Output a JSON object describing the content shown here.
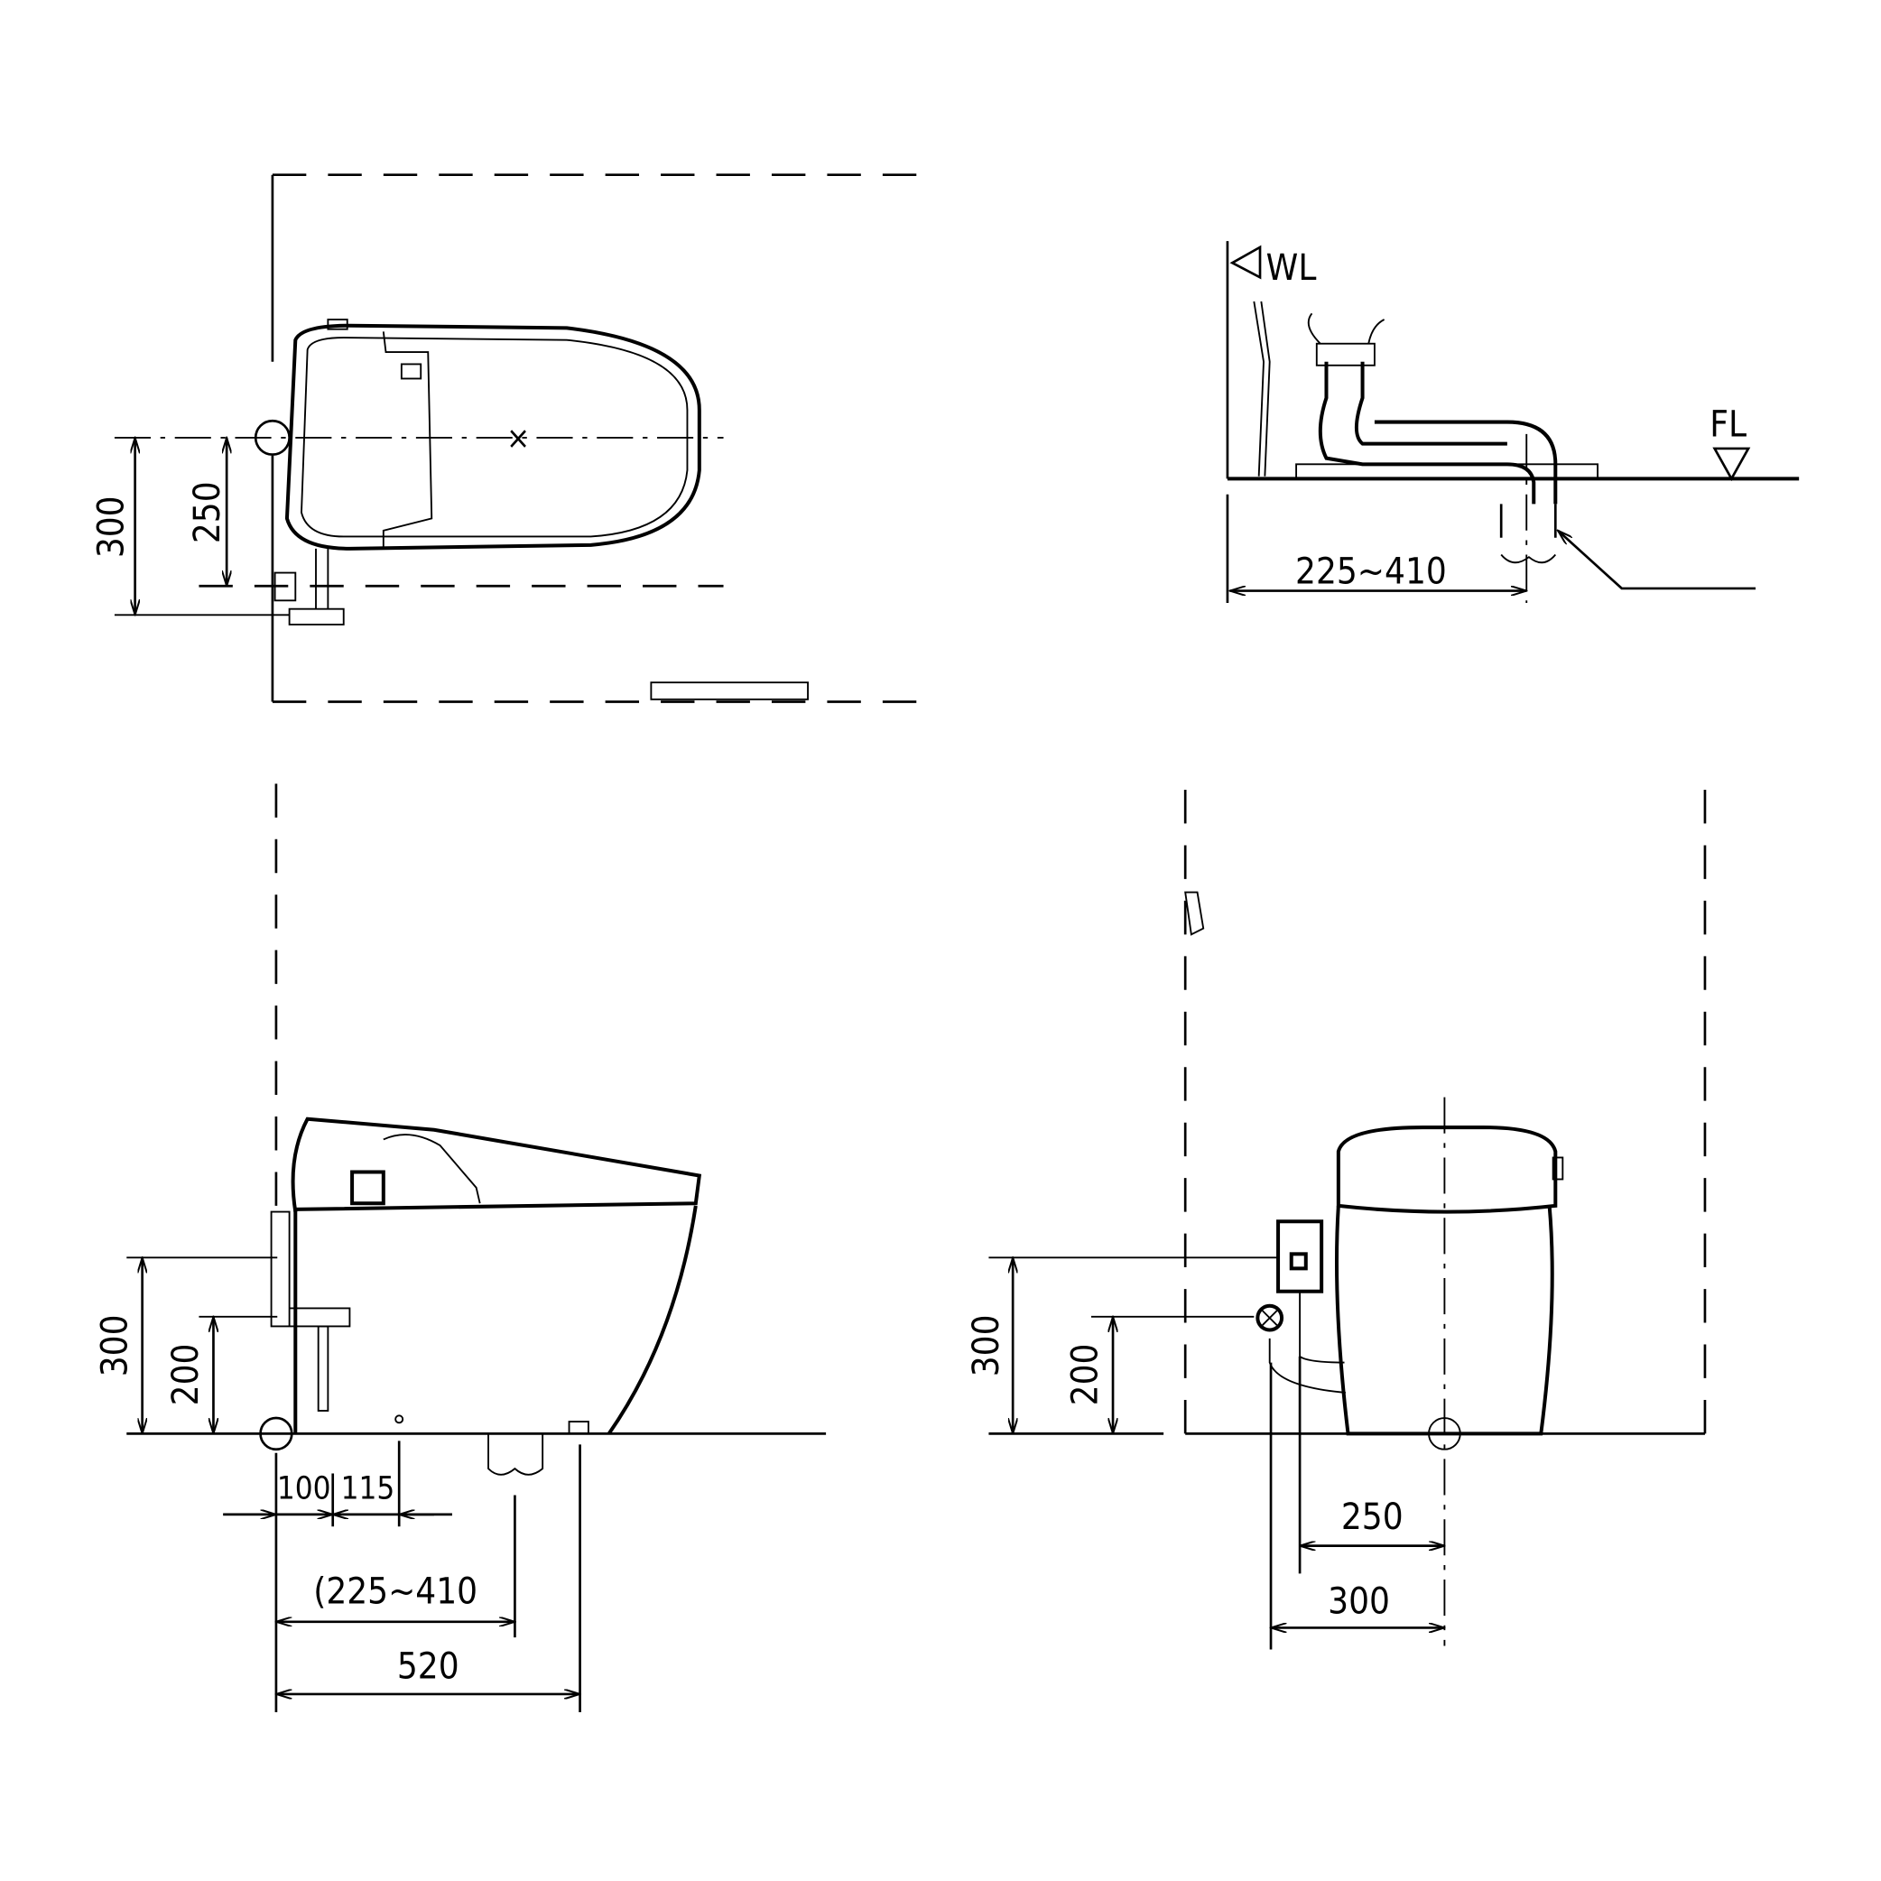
{
  "plan_view": {
    "dim_300": "300",
    "dim_250": "250"
  },
  "section_view": {
    "wall_line": "WL",
    "floor_line": "FL",
    "dim_drain": "225~410"
  },
  "side_view": {
    "dim_300": "300",
    "dim_200": "200",
    "dim_100": "100",
    "dim_115": "115",
    "dim_drain": "(225~410",
    "dim_520": "520"
  },
  "front_view": {
    "dim_300": "300",
    "dim_200": "200",
    "dim_250": "250",
    "dim_300_h": "300"
  }
}
